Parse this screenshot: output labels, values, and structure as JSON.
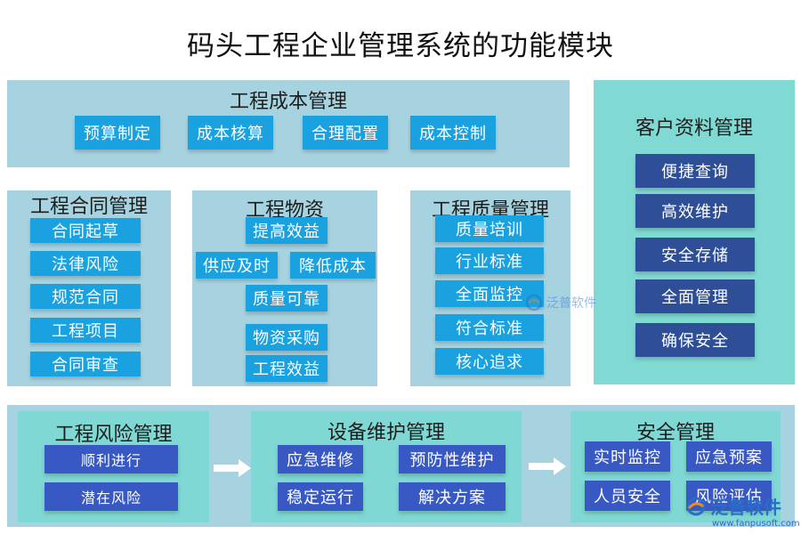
{
  "title": "码头工程企业管理系统的功能模块",
  "cost": {
    "title": "工程成本管理",
    "items": [
      "预算制定",
      "成本核算",
      "合理配置",
      "成本控制"
    ]
  },
  "customer": {
    "title": "客户资料管理",
    "items": [
      "便捷查询",
      "高效维护",
      "安全存储",
      "全面管理",
      "确保安全"
    ]
  },
  "contract": {
    "title": "工程合同管理",
    "items": [
      "合同起草",
      "法律风险",
      "规范合同",
      "工程项目",
      "合同审查"
    ]
  },
  "material": {
    "title": "工程物资",
    "items": [
      "提高效益",
      "供应及时",
      "降低成本",
      "质量可靠",
      "物资采购",
      "工程效益"
    ]
  },
  "quality": {
    "title": "工程质量管理",
    "items": [
      "质量培训",
      "行业标准",
      "全面监控",
      "符合标准",
      "核心追求"
    ]
  },
  "risk": {
    "title": "工程风险管理",
    "items": [
      "顺利进行",
      "潜在风险"
    ]
  },
  "equipment": {
    "title": "设备维护管理",
    "items": [
      "应急维修",
      "预防性维护",
      "稳定运行",
      "解决方案"
    ]
  },
  "safety": {
    "title": "安全管理",
    "items": [
      "实时监控",
      "应急预案",
      "人员安全",
      "风险评估"
    ]
  },
  "watermark": {
    "center_text": "泛普软件",
    "corner_text": "泛普软件",
    "corner_url": "www.fanpusoft.com"
  },
  "colors": {
    "panel_light": "#a7d3e0",
    "panel_teal": "#7fd8d3",
    "button_blue": "#1aa1e0",
    "button_navy": "#2e4f97",
    "button_royal": "#3859c4"
  }
}
